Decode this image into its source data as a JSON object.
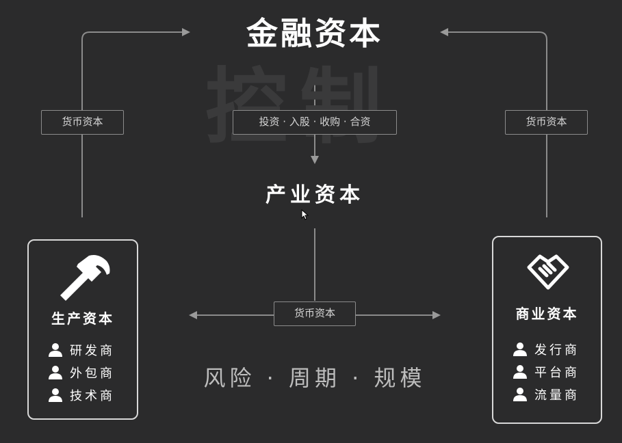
{
  "diagram": {
    "watermark": "控制",
    "finance_capital": "金融资本",
    "industry_capital": "产业资本",
    "flow_down_label": "投资 · 入股 · 收购 · 合资",
    "left_up_label": "货币资本",
    "right_up_label": "货币资本",
    "bottom_label": "货币资本",
    "risk_text": "风险 · 周期 · 规模"
  },
  "production_card": {
    "title": "生产资本",
    "icon": "hammer-icon",
    "members": [
      "研发商",
      "外包商",
      "技术商"
    ]
  },
  "commerce_card": {
    "title": "商业资本",
    "icon": "handshake-icon",
    "members": [
      "发行商",
      "平台商",
      "流量商"
    ]
  },
  "colors": {
    "background": "#2b2b2c",
    "line": "#8c8c8c",
    "card_border": "#d9d9d9",
    "watermark": "#3a3a3b"
  }
}
